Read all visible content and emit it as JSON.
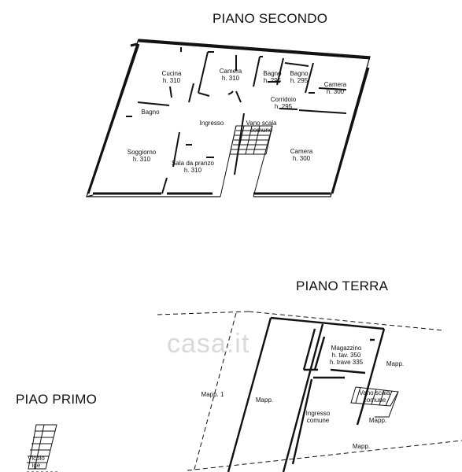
{
  "headings": {
    "piano_secondo": "PIANO SECONDO",
    "piano_terra": "PIANO TERRA",
    "piano_primo": "PIAO PRIMO"
  },
  "watermark": "casa.it",
  "piano_secondo_rooms": [
    {
      "id": "cucina",
      "name": "Cucina",
      "height": "h. 310"
    },
    {
      "id": "camera-1",
      "name": "Camera",
      "height": "h. 310"
    },
    {
      "id": "bagno-1",
      "name": "Bagno",
      "height": "h. 295"
    },
    {
      "id": "bagno-2",
      "name": "Bagno",
      "height": "h. 295"
    },
    {
      "id": "camera-2",
      "name": "Camera",
      "height": "h. 300"
    },
    {
      "id": "corridoio",
      "name": "Corridoio",
      "height": "h. 295"
    },
    {
      "id": "bagno-3",
      "name": "Bagno",
      "height": ""
    },
    {
      "id": "ingresso",
      "name": "Ingresso",
      "height": ""
    },
    {
      "id": "vano-scala",
      "name": "Vano scala",
      "height": "comune"
    },
    {
      "id": "soggiorno",
      "name": "Soggiorno",
      "height": "h. 310"
    },
    {
      "id": "sala-da-pranzo",
      "name": "Sala da pranzo",
      "height": "h. 310"
    },
    {
      "id": "camera-3",
      "name": "Camera",
      "height": "h. 300"
    }
  ],
  "piano_terra_labels": {
    "magazzino": "Magazzino",
    "magazzino_h1": "h. tav. 350",
    "magazzino_h2": "h. trave 335",
    "mapp_right_top": "Mapp.",
    "mapp_left": "Mapp. 1",
    "mapp_center": "Mapp.",
    "ingresso": "Ingresso",
    "ingresso_2": "comune",
    "vano_scala": "Vano scala",
    "vano_scala_2": "comune",
    "mapp_right_mid": "Mapp.",
    "mapp_right_bottom": "Mapp."
  },
  "piano_primo_labels": {
    "vicolo_1": "Vicolo",
    "vicolo_2": "ige"
  }
}
